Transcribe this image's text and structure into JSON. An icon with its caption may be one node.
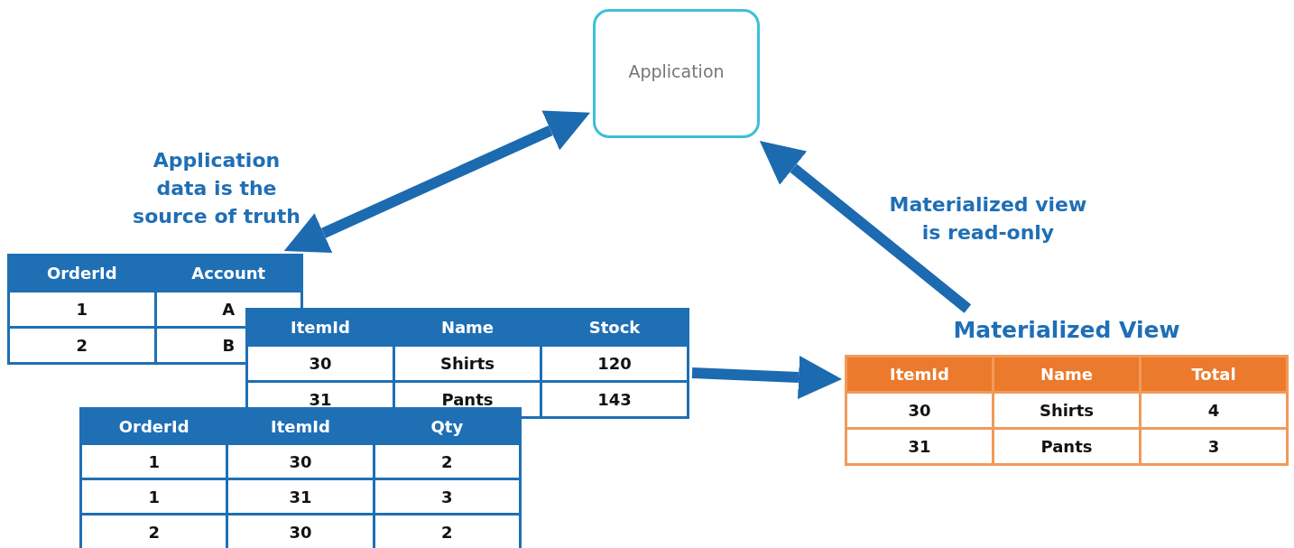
{
  "diagram": {
    "nodes": [
      {
        "text": [
          "Application"
        ]
      },
      {
        "text": [
          "OrderId",
          "Account",
          "1",
          "A",
          "2",
          "B"
        ]
      },
      {
        "text": [
          "ItemId",
          "Name",
          "Stock",
          "30",
          "Shirts",
          "120",
          "31",
          "Pants",
          "143"
        ]
      },
      {
        "text": [
          "OrderId",
          "ItemId",
          "Qty",
          "1",
          "30",
          "2",
          "1",
          "31",
          "3",
          "2",
          "30",
          "2"
        ]
      },
      {
        "text": [
          "Materialized View",
          "ItemId",
          "Name",
          "Total",
          "30",
          "Shirts",
          "4",
          "31",
          "Pants",
          "3"
        ]
      }
    ],
    "edges": [
      {
        "from": 0,
        "to": 1,
        "arrow": "both"
      },
      {
        "from": 2,
        "to": 4,
        "arrow": "to"
      },
      {
        "from": 4,
        "to": 0,
        "arrow": "to"
      }
    ],
    "labels": [
      "Application data is the source of truth",
      "Materialized view is read-only"
    ]
  }
}
